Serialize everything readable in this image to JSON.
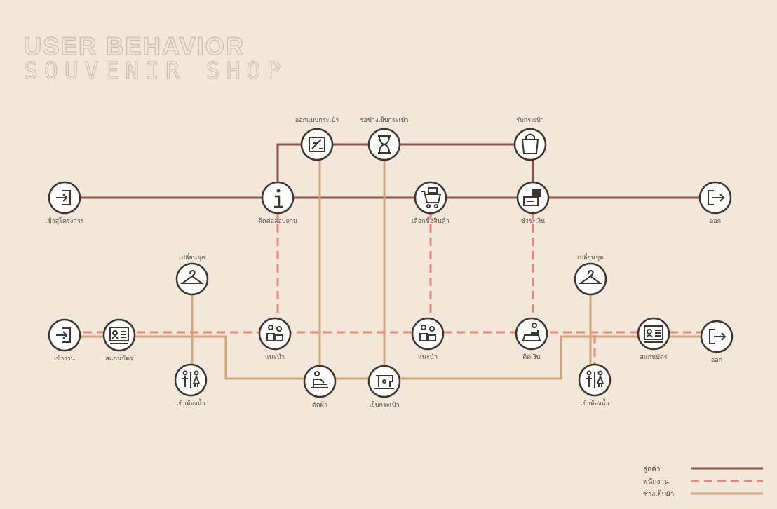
{
  "title": {
    "line1": "USER  BEHAVIOR",
    "line2": "SOUVENIR  SHOP"
  },
  "colors": {
    "background": "#f3e7d9",
    "customer": "#8a5349",
    "staff": "#e9877b",
    "tailor": "#cfa77b",
    "icon_stroke": "#4a3d36"
  },
  "legend": {
    "customer": "ลูกค้า",
    "staff": "พนักงาน",
    "tailor": "ช่างเย็บผ้า"
  },
  "nodes": {
    "enter_project": {
      "label": "เข้าสู่โครงการ",
      "icon": "enter-door-icon"
    },
    "info": {
      "label": "ติดต่อสอบถาม",
      "icon": "info-icon"
    },
    "select_pattern": {
      "label": "ออกแบบกระเป๋า",
      "icon": "design-sketch-icon"
    },
    "wait_bag": {
      "label": "รอช่างเย็บกระเป๋า",
      "icon": "hourglass-icon"
    },
    "receive_bag": {
      "label": "รับกระเป๋า",
      "icon": "shopping-bag-icon"
    },
    "choose_goods": {
      "label": "เลือกซื้อสินค้า",
      "icon": "shopping-cart-icon"
    },
    "pay": {
      "label": "ชำระเงิน",
      "icon": "cash-register-icon"
    },
    "exit_top": {
      "label": "ออก",
      "icon": "exit-door-icon"
    },
    "change_left": {
      "label": "เปลี่ยนชุด",
      "icon": "hanger-icon"
    },
    "change_right": {
      "label": "เปลี่ยนชุด",
      "icon": "hanger-icon"
    },
    "enter_work": {
      "label": "เข้างาน",
      "icon": "enter-door-icon"
    },
    "scan_in": {
      "label": "สแกนบัตร",
      "icon": "id-card-icon"
    },
    "advise1": {
      "label": "แนะนำ",
      "icon": "staff-assist-icon"
    },
    "advise2": {
      "label": "แนะนำ",
      "icon": "staff-assist-icon"
    },
    "checkout": {
      "label": "คิดเงิน",
      "icon": "cashier-icon"
    },
    "scan_out": {
      "label": "สแกนบัตร",
      "icon": "id-card-icon"
    },
    "exit_bottom": {
      "label": "ออก",
      "icon": "exit-door-icon"
    },
    "restroom_left": {
      "label": "เข้าห้องน้ำ",
      "icon": "restroom-icon"
    },
    "cut_cloth": {
      "label": "ตัดผ้า",
      "icon": "tailor-cutting-icon"
    },
    "sew_bag": {
      "label": "เย็บกระเป๋า",
      "icon": "sewing-machine-icon"
    },
    "restroom_right": {
      "label": "เข้าห้องน้ำ",
      "icon": "restroom-icon"
    }
  }
}
